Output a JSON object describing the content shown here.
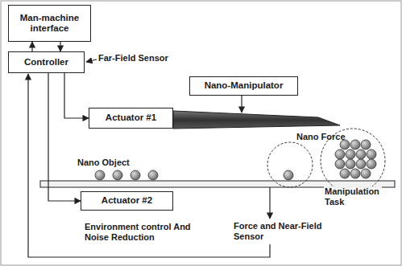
{
  "diagram": {
    "nodes": [
      {
        "text": [
          "Man-machine interface"
        ]
      },
      {
        "text": [
          "Controller"
        ]
      },
      {
        "text": [
          "Nano-Manipulator"
        ]
      },
      {
        "text": [
          "Actuator #1"
        ]
      },
      {
        "text": [
          "Actuator #2"
        ]
      }
    ],
    "edges": [
      {
        "from": 1,
        "to": 0,
        "arrow": "to"
      },
      {
        "from": 0,
        "to": 1,
        "arrow": "to"
      },
      {
        "from": 1,
        "to": 3,
        "arrow": "to"
      },
      {
        "from": 1,
        "to": 4,
        "arrow": "to"
      }
    ],
    "labels": [
      "Far-Field Sensor",
      "Nano Force",
      "Nano Object",
      "Manipulation Task",
      "Environment control And Noise Reduction",
      "Force and Near-Field Sensor"
    ]
  }
}
